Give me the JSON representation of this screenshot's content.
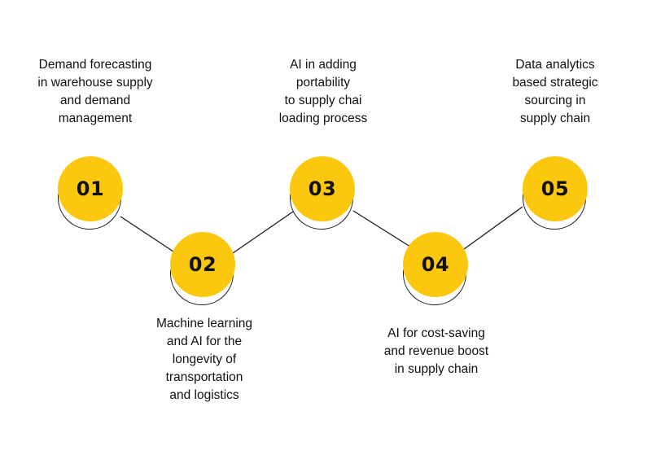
{
  "colors": {
    "accent": "#FBC80F",
    "line": "#1a1a1a",
    "text": "#111111"
  },
  "steps": [
    {
      "number": "01",
      "label": [
        "Demand forecasting",
        "in warehouse supply",
        "and demand",
        "management"
      ]
    },
    {
      "number": "02",
      "label": [
        "Machine learning",
        "and AI for the",
        "longevity of",
        "transportation",
        "and logistics"
      ]
    },
    {
      "number": "03",
      "label": [
        "AI in adding",
        "portability",
        "to supply chai",
        "loading process"
      ]
    },
    {
      "number": "04",
      "label": [
        "AI for cost-saving",
        "and revenue boost",
        "in supply chain"
      ]
    },
    {
      "number": "05",
      "label": [
        "Data analytics",
        "based strategic",
        "sourcing in",
        "supply chain"
      ]
    }
  ]
}
